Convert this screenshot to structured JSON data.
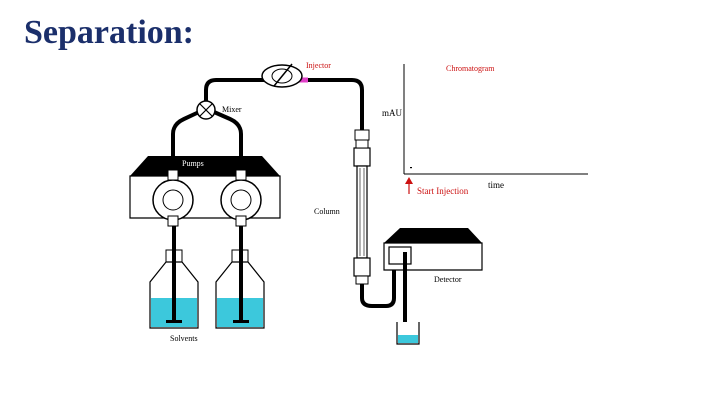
{
  "slide": {
    "title": "Separation:"
  },
  "labels": {
    "injector": "Injector",
    "mixer": "Mixer",
    "pumps": "Pumps",
    "solvents": "Solvents",
    "column": "Column",
    "detector": "Detector",
    "chromatogram": "Chromatogram",
    "mau": "mAU",
    "time": "time",
    "start_injection": "Start Injection"
  },
  "colors": {
    "title": "#1b2f6b",
    "accent_red": "#cc1111",
    "injector_loop": "#e040c8",
    "solvent": "#3cc8dc",
    "tubing": "#000000"
  },
  "icons": {
    "injector": "injector-valve-icon",
    "mixer": "mixer-valve-icon",
    "arrow": "arrow-up-icon"
  }
}
